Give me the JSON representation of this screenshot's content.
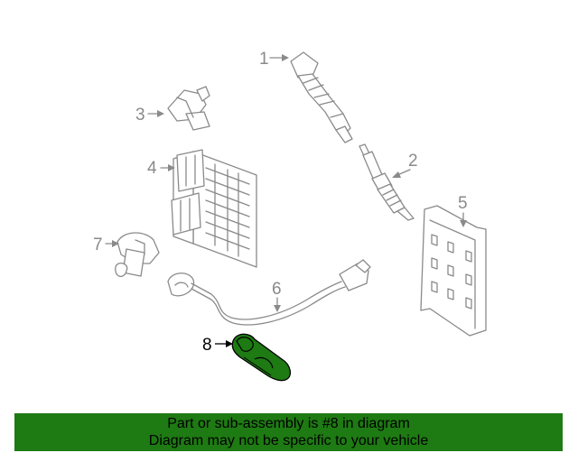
{
  "callouts": [
    "1",
    "2",
    "3",
    "4",
    "5",
    "6",
    "7",
    "8"
  ],
  "highlight_color": "#1e7a13",
  "line_color": "#8a8a8a",
  "banner": {
    "line1": "Part or sub-assembly is #8 in diagram",
    "line2": "Diagram may not be specific to your vehicle"
  }
}
